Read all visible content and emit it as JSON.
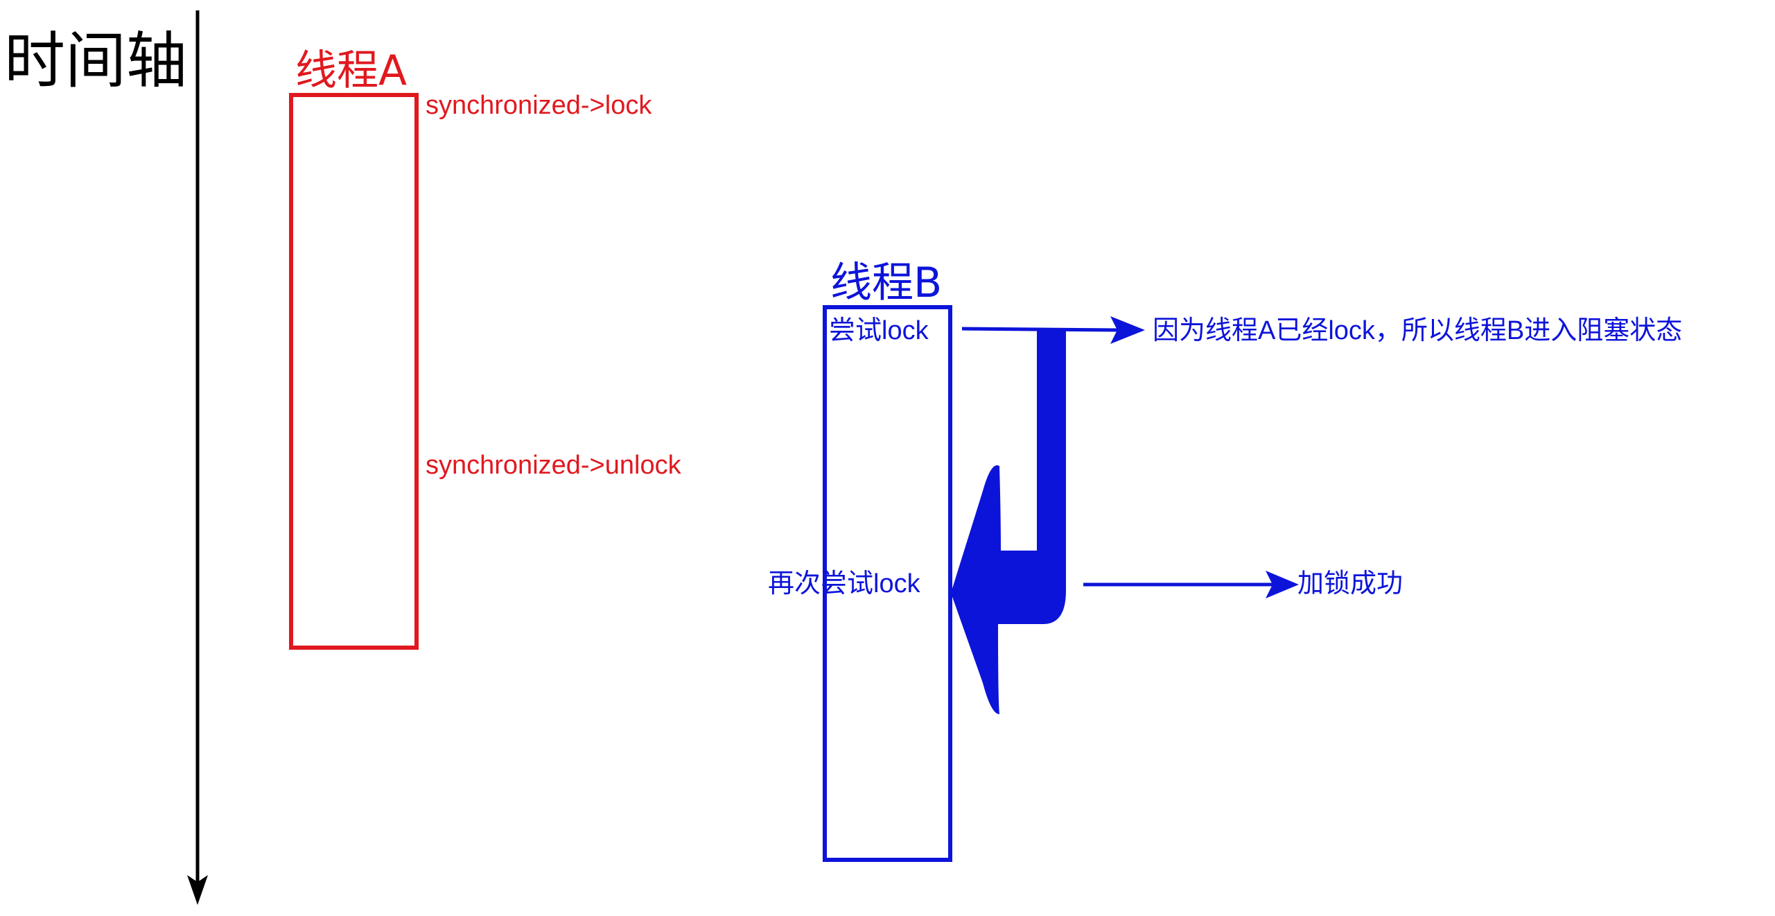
{
  "timeline": {
    "label": "时间轴"
  },
  "thread_a": {
    "title": "线程A",
    "lock_note": "synchronized->lock",
    "unlock_note": "synchronized->unlock"
  },
  "thread_b": {
    "title": "线程B",
    "try_lock": "尝试lock",
    "retry_lock": "再次尝试lock",
    "blocked_note": "因为线程A已经lock，所以线程B进入阻塞状态",
    "success_note": "加锁成功"
  },
  "colors": {
    "thread_a": "#e0191f",
    "thread_b": "#0d14d9",
    "timeline": "#000000"
  }
}
